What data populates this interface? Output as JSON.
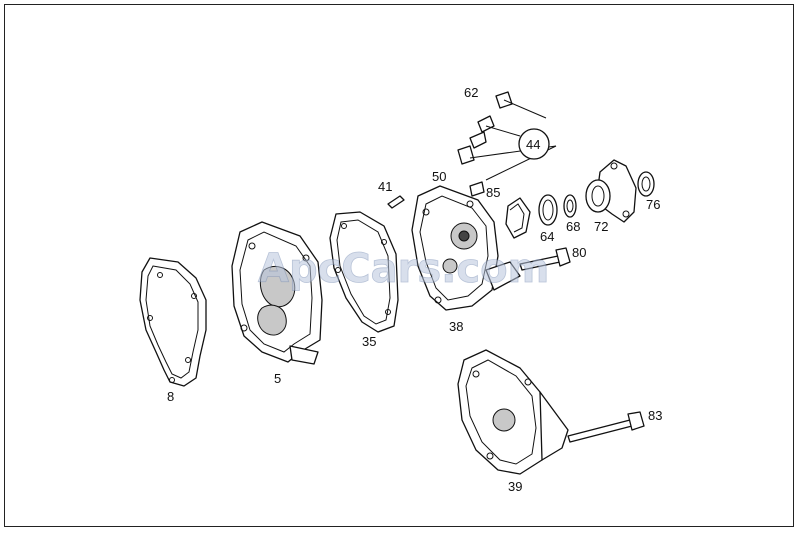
{
  "watermark": "ApcCars.com",
  "parts": [
    {
      "id": "p8",
      "label": "8"
    },
    {
      "id": "p5",
      "label": "5"
    },
    {
      "id": "p35",
      "label": "35"
    },
    {
      "id": "p41",
      "label": "41"
    },
    {
      "id": "p50",
      "label": "50"
    },
    {
      "id": "p62",
      "label": "62"
    },
    {
      "id": "p44",
      "label": "44"
    },
    {
      "id": "p85",
      "label": "85"
    },
    {
      "id": "p38",
      "label": "38"
    },
    {
      "id": "p64",
      "label": "64"
    },
    {
      "id": "p68",
      "label": "68"
    },
    {
      "id": "p72",
      "label": "72"
    },
    {
      "id": "p76",
      "label": "76"
    },
    {
      "id": "p80",
      "label": "80"
    },
    {
      "id": "p39",
      "label": "39"
    },
    {
      "id": "p83",
      "label": "83"
    }
  ]
}
